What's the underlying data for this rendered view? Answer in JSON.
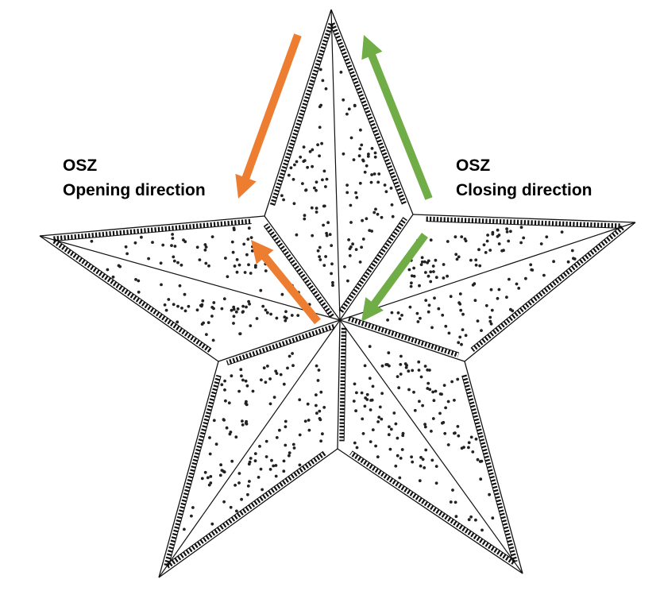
{
  "labels": {
    "left_title": "OSZ",
    "left_subtitle": "Opening direction",
    "right_title": "OSZ",
    "right_subtitle": "Closing direction"
  },
  "colors": {
    "opening_arrow": "#ED7D31",
    "closing_arrow": "#70AD47",
    "outline": "#111111"
  }
}
